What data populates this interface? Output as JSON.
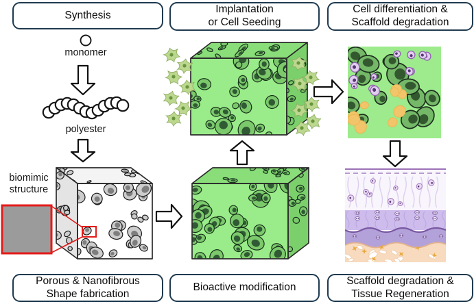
{
  "stages": {
    "synthesis": "Synthesis",
    "implantation": "Implantation\nor Cell Seeding",
    "differentiation": "Cell differentiation &\nScaffold degradation",
    "fabrication": "Porous & Nanofibrous\nShape fabrication",
    "bioactive": "Bioactive modification",
    "regeneration": "Scaffold degradation &\nTissue Regeneration"
  },
  "labels": {
    "monomer": "monomer",
    "polyester": "polyester",
    "biomimic": "biomimic\nstructure"
  },
  "icons": {
    "arrows": [
      "arrow-down-icon",
      "arrow-down-icon",
      "arrow-right-icon",
      "arrow-up-icon",
      "arrow-right-icon",
      "arrow-down-icon"
    ],
    "monomer": "monomer-circle-icon",
    "polyester": "polyester-chain-icon",
    "cells": "stellate-cell-icon"
  },
  "palette": {
    "box_border": "#1f3a4f",
    "red_accent": "#e31b1a",
    "scaffold_green": "#9aeb89",
    "diff_green": "#9deb8c",
    "lavender_cell": "#e2ccf0",
    "purple_nucleus": "#533670",
    "orange_cell": "#f3c56a",
    "tissue_layer1": "#f9f5fc",
    "tissue_layer2": "#cdbcec",
    "tissue_layer3": "#b3a2d9",
    "tissue_layer4": "#f8dabe",
    "sparkle_gold": "#e9a93d"
  }
}
